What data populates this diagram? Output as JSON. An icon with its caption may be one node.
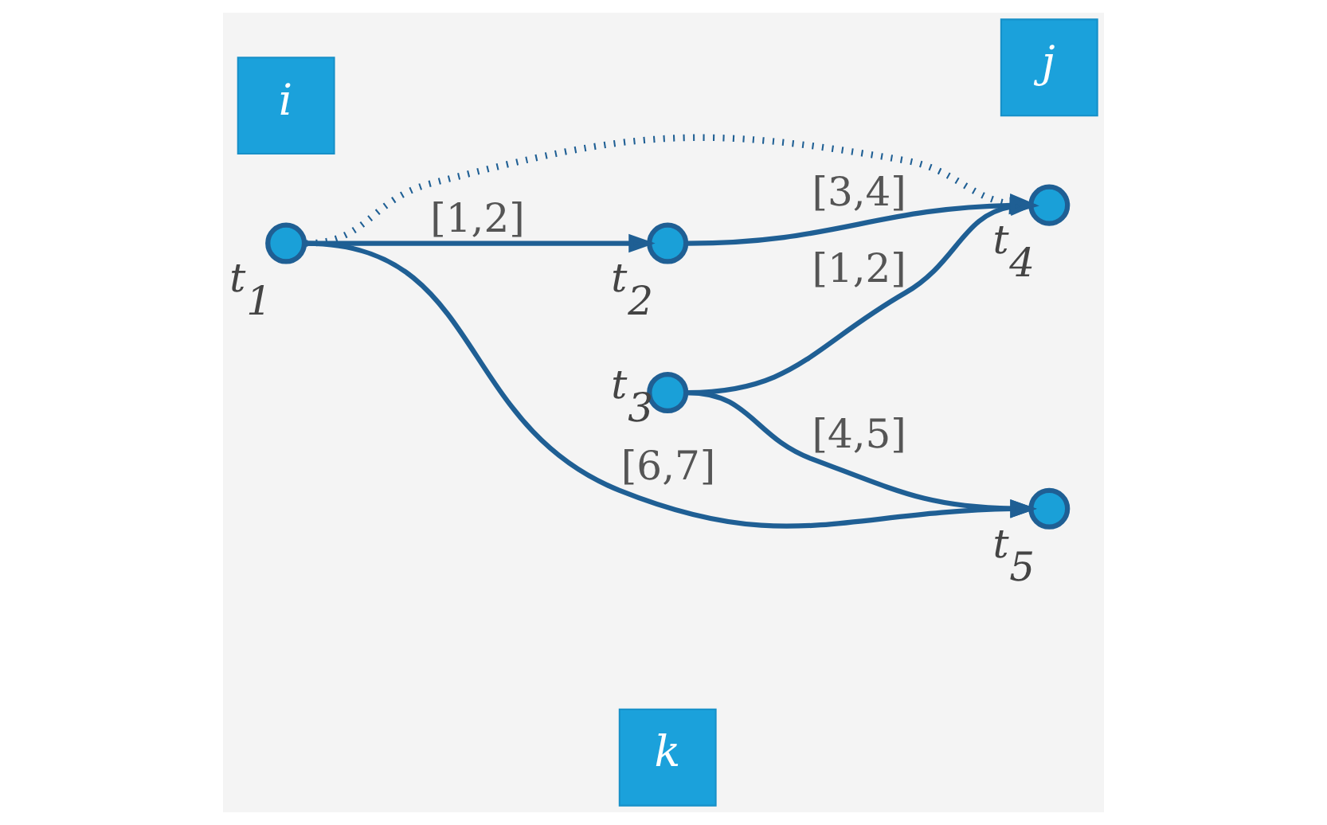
{
  "diagram": {
    "nodes": [
      {
        "text": [
          "k"
        ]
      },
      {
        "text": [],
        "shape": "circle",
        "beside": [
          "t$_{2}$"
        ]
      },
      {
        "text": [],
        "shape": "circle",
        "beside": [
          "t$_{4}$"
        ]
      },
      {
        "text": [
          "j"
        ]
      },
      {
        "text": [],
        "shape": "circle",
        "beside": [
          "t$_{1}$"
        ]
      },
      {
        "text": [
          "i"
        ]
      },
      {
        "text": [],
        "shape": "circle",
        "beside": [
          "t$_{3}$"
        ]
      },
      {
        "text": [],
        "shape": "circle",
        "beside": [
          "t$_{5}$"
        ]
      }
    ],
    "edges": [
      {
        "from": 4,
        "to": 1,
        "arrow": "to",
        "label": "[1,2]"
      },
      {
        "from": 1,
        "to": 2,
        "arrow": "to",
        "label": "[3,4]"
      },
      {
        "from": 4,
        "to": 2,
        "arrow": "to",
        "style": "dashed"
      },
      {
        "from": 6,
        "to": 2,
        "arrow": "to",
        "label": "[1,2]"
      },
      {
        "from": 6,
        "to": 7,
        "arrow": "to",
        "label": "[4,5]"
      },
      {
        "from": 4,
        "to": 7,
        "arrow": "to",
        "label": "[6,7]"
      }
    ]
  }
}
